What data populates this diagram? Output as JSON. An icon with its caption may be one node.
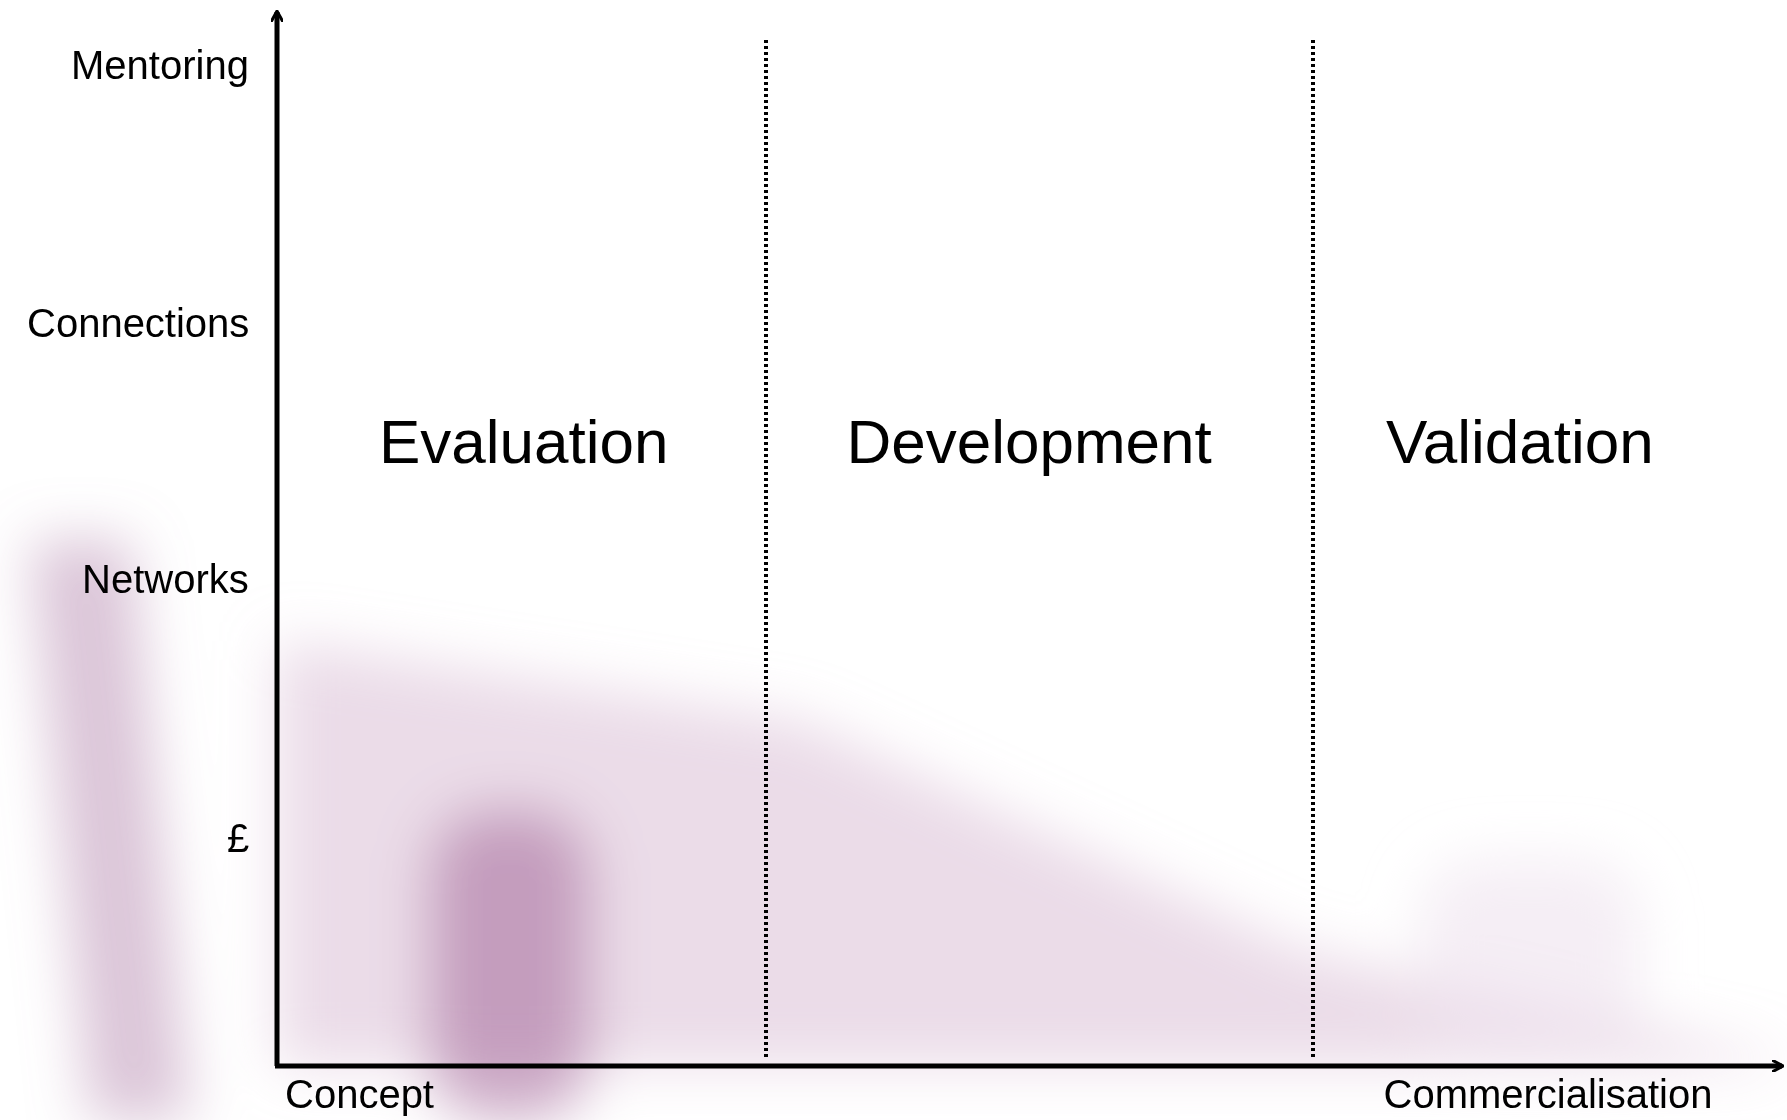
{
  "diagram": {
    "labels": [
      "Mentoring",
      "Connections",
      "Evaluation",
      "Development",
      "Validation",
      "Networks",
      "£",
      "Concept",
      "Commercialisation"
    ]
  }
}
